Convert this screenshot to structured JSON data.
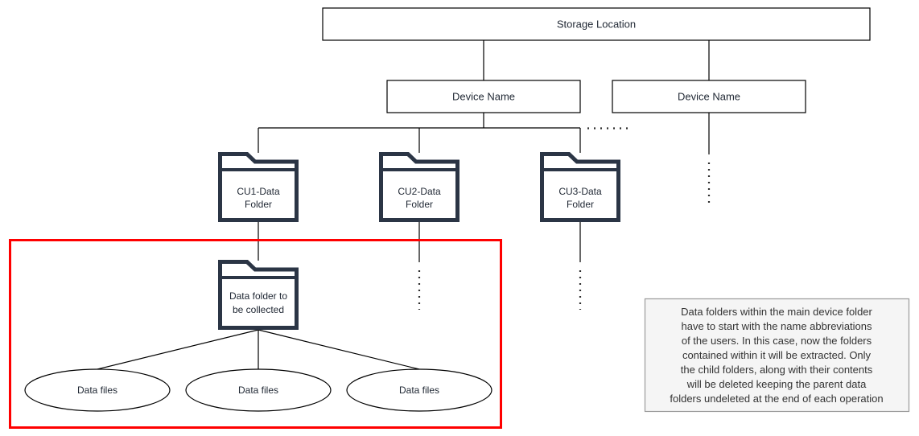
{
  "diagram": {
    "title_node": {
      "label": "Storage Location"
    },
    "device_nodes": [
      {
        "label": "Device Name"
      },
      {
        "label": "Device Name"
      }
    ],
    "user_folders": [
      {
        "line1": "CU1-Data",
        "line2": "Folder"
      },
      {
        "line1": "CU2-Data",
        "line2": "Folder"
      },
      {
        "line1": "CU3-Data",
        "line2": "Folder"
      }
    ],
    "collected_folder": {
      "line1": "Data folder to",
      "line2": "be collected"
    },
    "data_files": [
      {
        "label": "Data files"
      },
      {
        "label": "Data files"
      },
      {
        "label": "Data files"
      }
    ],
    "note": {
      "lines": [
        "Data folders within the main device folder",
        "have to start with the name abbreviations",
        "of the users. In this case, now the folders",
        "contained within it will be extracted. Only",
        "the child folders, along with their contents",
        "will be deleted keeping the parent data",
        "folders undeleted at the end of each operation"
      ]
    },
    "colors": {
      "highlight": "#ff0000",
      "folder_outline": "#2b3545",
      "note_background": "#f5f5f5",
      "note_border": "#9a9a9a",
      "connector": "#000000"
    }
  }
}
